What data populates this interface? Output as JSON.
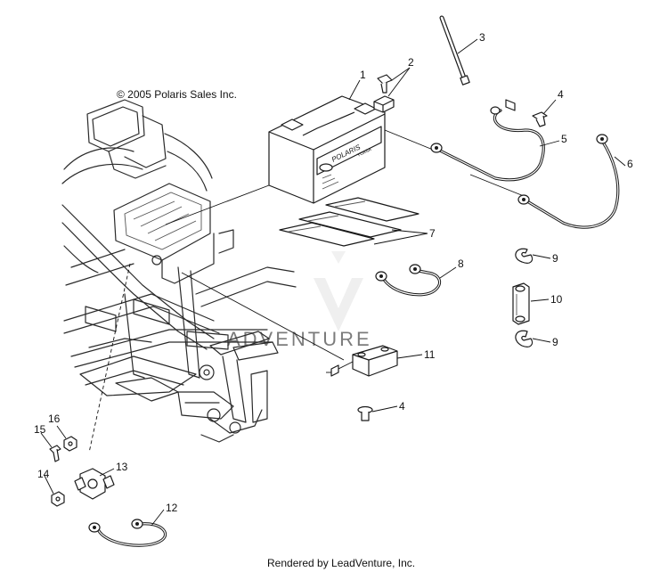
{
  "copyright": "© 2005 Polaris Sales Inc.",
  "footer": "Rendered by LeadVenture, Inc.",
  "watermark": "ADVENTURE",
  "battery_brand": "POLARIS",
  "battery_model": "YUASA",
  "callouts": [
    {
      "id": "1",
      "part": "battery"
    },
    {
      "id": "2",
      "part": "terminal-bolt-and-nut"
    },
    {
      "id": "3",
      "part": "vent-tube"
    },
    {
      "id": "4",
      "part": "bolt"
    },
    {
      "id": "5",
      "part": "battery-cable"
    },
    {
      "id": "6",
      "part": "battery-cable"
    },
    {
      "id": "7",
      "part": "battery-pads"
    },
    {
      "id": "8",
      "part": "ground-cable"
    },
    {
      "id": "9",
      "part": "clip"
    },
    {
      "id": "10",
      "part": "battery-strap"
    },
    {
      "id": "11",
      "part": "module"
    },
    {
      "id": "12",
      "part": "ground-cable"
    },
    {
      "id": "13",
      "part": "ground-bracket"
    },
    {
      "id": "14",
      "part": "nut"
    },
    {
      "id": "15",
      "part": "screw"
    },
    {
      "id": "16",
      "part": "nut"
    }
  ]
}
